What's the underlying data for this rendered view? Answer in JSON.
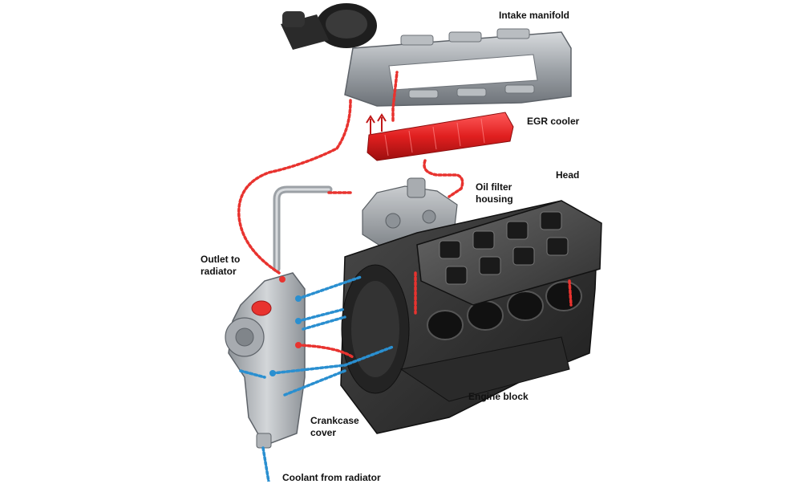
{
  "labels": {
    "intake_manifold": "Intake manifold",
    "egr_cooler": "EGR cooler",
    "head": "Head",
    "oil_filter_housing_1": "Oil filter",
    "oil_filter_housing_2": "housing",
    "outlet_to_radiator_1": "Outlet to",
    "outlet_to_radiator_2": "radiator",
    "engine_block": "Engine block",
    "crankcase_cover_1": "Crankcase",
    "crankcase_cover_2": "cover",
    "coolant_from_radiator": "Coolant from radiator"
  },
  "colors": {
    "hot_coolant": "#e8332f",
    "cold_coolant": "#2a8fd0",
    "egr_cooler": "#e01f1f",
    "engine_block": "#2b2b2b",
    "manifold": "#9a9fa5",
    "crankcase": "#b8bcc0"
  }
}
